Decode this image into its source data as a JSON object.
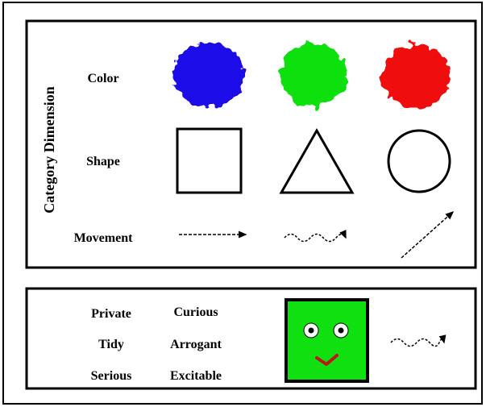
{
  "category_panel": {
    "axis_title": "Category Dimension",
    "rows": [
      {
        "label": "Color"
      },
      {
        "label": "Shape"
      },
      {
        "label": "Movement"
      }
    ],
    "colors": [
      "#1a10e8",
      "#10e010",
      "#f01010"
    ],
    "shapes": [
      "square",
      "triangle",
      "circle"
    ],
    "movements": [
      "straight-dashed-arrow",
      "wavy-dashed-arrow",
      "diagonal-dashed-arrow"
    ]
  },
  "trait_panel": {
    "traits_col1": [
      "Private",
      "Tidy",
      "Serious"
    ],
    "traits_col2": [
      "Curious",
      "Arrogant",
      "Excitable"
    ],
    "character": {
      "color": "#10e010",
      "shape": "square",
      "movement": "wavy-dashed-arrow"
    }
  }
}
